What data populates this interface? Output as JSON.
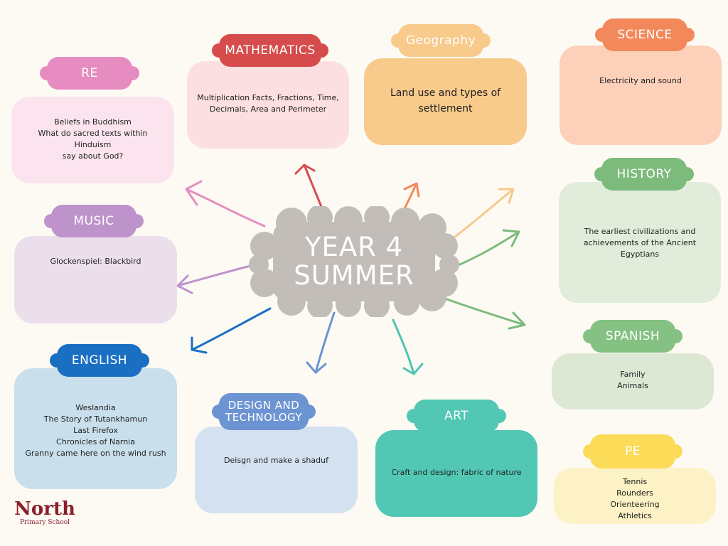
{
  "title_lines": [
    "YEAR 4",
    "SUMMER"
  ],
  "colors": {
    "background": "#fdfaf4",
    "center": "#c2bdb8"
  },
  "subjects": {
    "re": {
      "label": "RE",
      "items": [
        "Beliefs in Buddhism",
        "What do sacred texts within Hinduism",
        "say about God?"
      ],
      "accent": "#e68cc0",
      "panel": "#fbe4ee"
    },
    "mathematics": {
      "label": "MATHEMATICS",
      "items": [
        "Multiplication Facts, Fractions, Time,",
        "Decimals, Area and Perimeter"
      ],
      "accent": "#d64c4c",
      "panel": "#fcdfe0"
    },
    "geography": {
      "label": "Geography",
      "items": [
        "Land use and types of",
        "settlement"
      ],
      "accent": "#f7c98a",
      "panel": "#f8ca8b"
    },
    "science": {
      "label": "SCIENCE",
      "items": [
        "Electricity and sound"
      ],
      "accent": "#f3885a",
      "panel": "#fdd0b9"
    },
    "history": {
      "label": "HISTORY",
      "items": [
        "The earliest civilizations and",
        "achievements of the Ancient Egyptians"
      ],
      "accent": "#7cbb7c",
      "panel": "#e1edda"
    },
    "music": {
      "label": "MUSIC",
      "items": [
        "Glockenspiel: Blackbird"
      ],
      "accent": "#be93cc",
      "panel": "#ebdfec"
    },
    "spanish": {
      "label": "SPANISH",
      "items": [
        "Family",
        "Animals"
      ],
      "accent": "#84c183",
      "panel": "#dde8d4"
    },
    "english": {
      "label": "ENGLISH",
      "items": [
        "Weslandia",
        "The Story of Tutankhamun",
        "Last Firefox",
        "Chronicles of Narnia",
        "Granny came here on the wind rush"
      ],
      "accent": "#1a6fc3",
      "panel": "#c9dfec"
    },
    "design_technology": {
      "label_lines": [
        "DESIGN AND",
        "TECHNOLOGY"
      ],
      "items": [
        "Deisgn and make a shaduf"
      ],
      "accent": "#6d94d2",
      "panel": "#d4e1f0"
    },
    "art": {
      "label": "ART",
      "items": [
        "Craft and design: fabric of nature"
      ],
      "accent": "#4cc5b1",
      "panel": "#52c8b4"
    },
    "pe": {
      "label": "PE",
      "items": [
        "Tennis",
        "Rounders",
        "Orienteering",
        "Athletics"
      ],
      "accent": "#fbdb57",
      "panel": "#fdf2c5"
    }
  },
  "logo": {
    "name": "North",
    "sub": "Primary School",
    "color": "#8b1f2a"
  }
}
